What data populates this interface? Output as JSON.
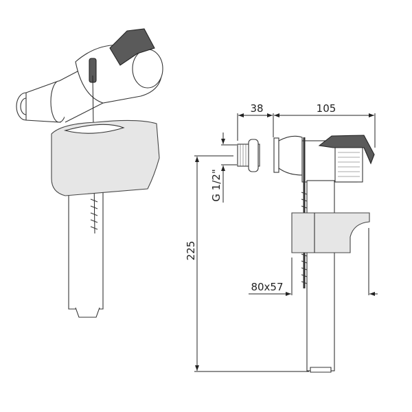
{
  "title": "Side-inlet cistern fill valve technical drawing",
  "dimensions": {
    "inlet_length": "38",
    "valve_width": "105",
    "thread": "G 1/2\"",
    "height": "225",
    "float": "80x57"
  },
  "colors": {
    "line": "#222222",
    "float": "#e6e6e6",
    "lever": "#5a5a5a"
  }
}
